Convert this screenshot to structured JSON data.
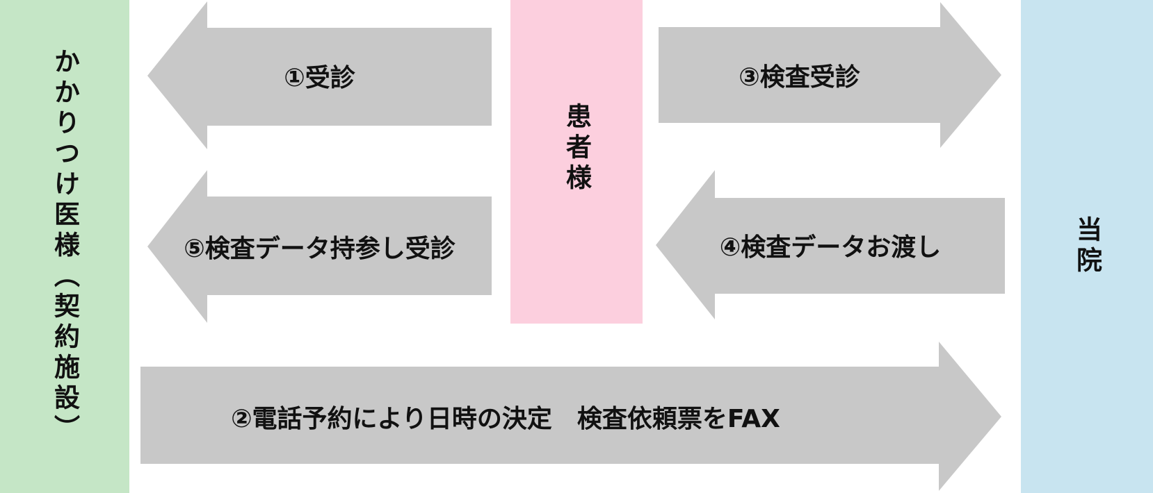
{
  "colors": {
    "background": "#ffffff",
    "band-green": "#c5e6c6",
    "band-pink": "#fccfde",
    "band-blue": "#c8e4f0",
    "arrow-gray": "#c8c8c8",
    "text": "#111111"
  },
  "diagram": {
    "left_band": {
      "label": "かかりつけ医様（契約施設）"
    },
    "center_band": {
      "label": "患者様"
    },
    "right_band": {
      "label": "当院"
    },
    "arrows": [
      {
        "label": "①受診",
        "direction": "left"
      },
      {
        "label": "②電話予約により日時の決定　検査依頼票をFAX",
        "direction": "right"
      },
      {
        "label": "③検査受診",
        "direction": "right"
      },
      {
        "label": "④検査データお渡し",
        "direction": "left"
      },
      {
        "label": "⑤検査データ持参し受診",
        "direction": "left"
      }
    ]
  }
}
